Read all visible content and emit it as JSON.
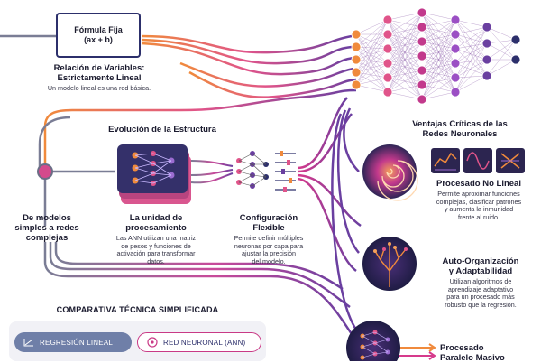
{
  "formula_box": {
    "line1": "Fórmula Fija",
    "line2": "(ax + b)"
  },
  "relation": {
    "title_line1": "Relación de Variables:",
    "title_line2": "Estrictamente Lineal",
    "desc": "Un modelo lineal es una red básica."
  },
  "evolution": {
    "title": "Evolución de la Estructura"
  },
  "models": {
    "line1": "De modelos",
    "line2": "simples a redes",
    "line3": "complejas"
  },
  "unit": {
    "title_line1": "La unidad de",
    "title_line2": "procesamiento",
    "desc_lines": [
      "Las ANN utilizan una matriz",
      "de pesos y funciones de",
      "activación para transformar",
      "datos."
    ]
  },
  "config": {
    "title_line1": "Configuración",
    "title_line2": "Flexible",
    "desc_lines": [
      "Permite definir múltiples",
      "neuronas por capa para",
      "ajustar la precisión",
      "del modelo."
    ]
  },
  "advantages": {
    "title_line1": "Ventajas Críticas de las",
    "title_line2": "Redes Neuronales"
  },
  "nonlinear": {
    "title": "Procesado No Lineal",
    "desc_lines": [
      "Permite aproximar funciones",
      "complejas, clasificar patrones",
      "y aumenta la inmunidad",
      "frente al ruido."
    ]
  },
  "selforg": {
    "title_line1": "Auto-Organización",
    "title_line2": "y Adaptabilidad",
    "desc_lines": [
      "Utilizan algoritmos de",
      "aprendizaje adaptativo",
      "para un procesado más",
      "robusto que la regresión."
    ]
  },
  "parallel": {
    "title_line1": "Procesado",
    "title_line2": "Paralelo Masivo"
  },
  "comparison": {
    "title": "COMPARATIVA TÉCNICA SIMPLIFICADA",
    "linear_label": "REGRESIÓN LINEAL",
    "neural_label": "RED NEURONAL (ANN)"
  },
  "colors": {
    "orange": "#f08a3c",
    "pink": "#d63a8c",
    "purple": "#6a3fa0",
    "navy": "#2c2f6b",
    "gray": "#6b6e86",
    "linear_pill": "#6f7fa8",
    "neural_pill": "#c93a86"
  },
  "icons": [
    "wave-icon",
    "sine-icon",
    "cross-icon",
    "swirl-icon",
    "tree-icon",
    "neural-net-icon",
    "chart-icon"
  ]
}
